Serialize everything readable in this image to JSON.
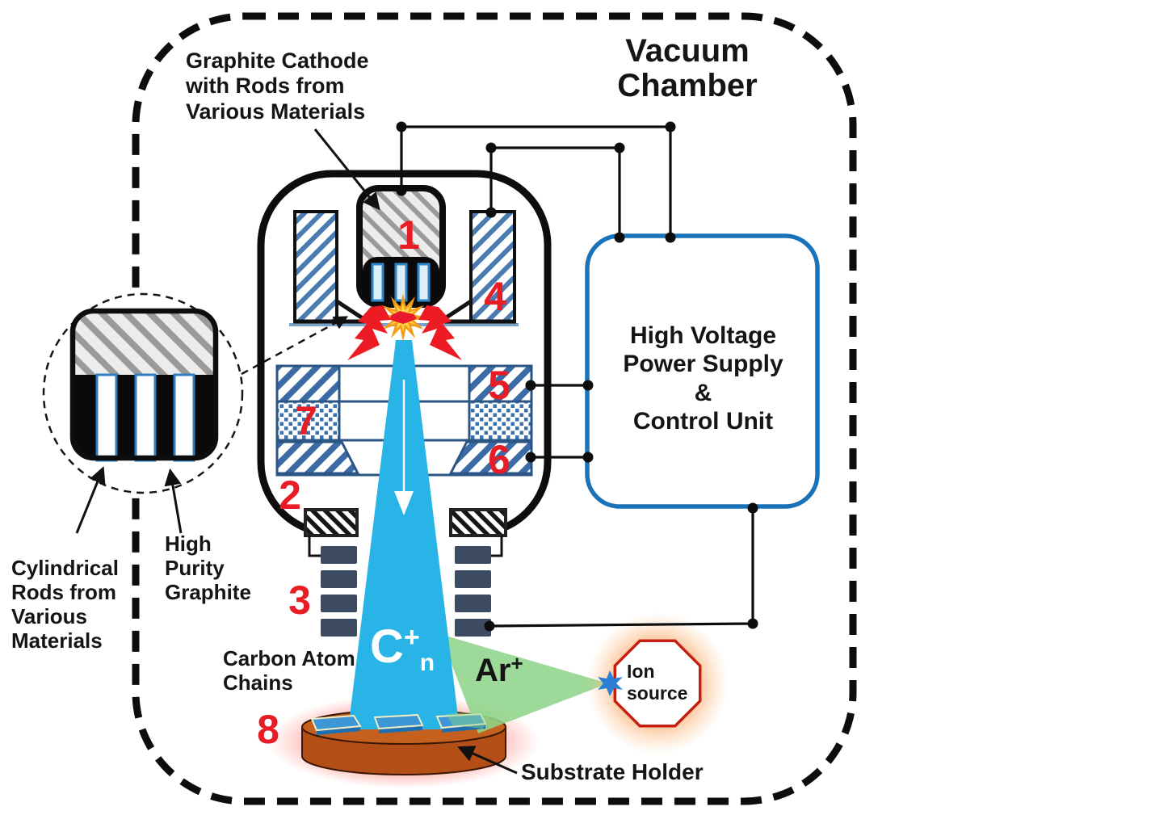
{
  "diagram": {
    "chamber_title": "Vacuum\nChamber",
    "labels": {
      "graphite_cathode": "Graphite Cathode\nwith Rods from\nVarious Materials",
      "cylindrical_rods": "Cylindrical\nRods from\nVarious\nMaterials",
      "high_purity_graphite": "High\nPurity\nGraphite",
      "carbon_atom_chains": "Carbon Atom\nChains",
      "substrate_holder": "Substrate Holder",
      "ion_source": "Ion\nsource",
      "power_supply": "High Voltage\nPower Supply\n&\nControl Unit"
    },
    "part_numbers": {
      "cathode": "1",
      "anode_plates": "2",
      "lens_stack": "3",
      "shield": "4",
      "electrode_top": "5",
      "electrode_bottom": "6",
      "electrode_mid": "7",
      "substrate": "8"
    },
    "beams": {
      "carbon": {
        "base": "C",
        "sup": "+",
        "sub": "n"
      },
      "argon": {
        "base": "Ar",
        "sup": "+"
      }
    },
    "colors": {
      "accent_red": "#e81c24",
      "beam_cyan": "#29b4e8",
      "argon_green": "#8fd48a",
      "supply_blue": "#1a73b9",
      "hatch_blue": "#4a7cb2",
      "slat_gray": "#3d4c63",
      "substrate_orange": "#c6601f",
      "ion_border_red": "#c41f10",
      "glow_red": "#ff4637",
      "glow_orange": "#f3731f"
    }
  }
}
